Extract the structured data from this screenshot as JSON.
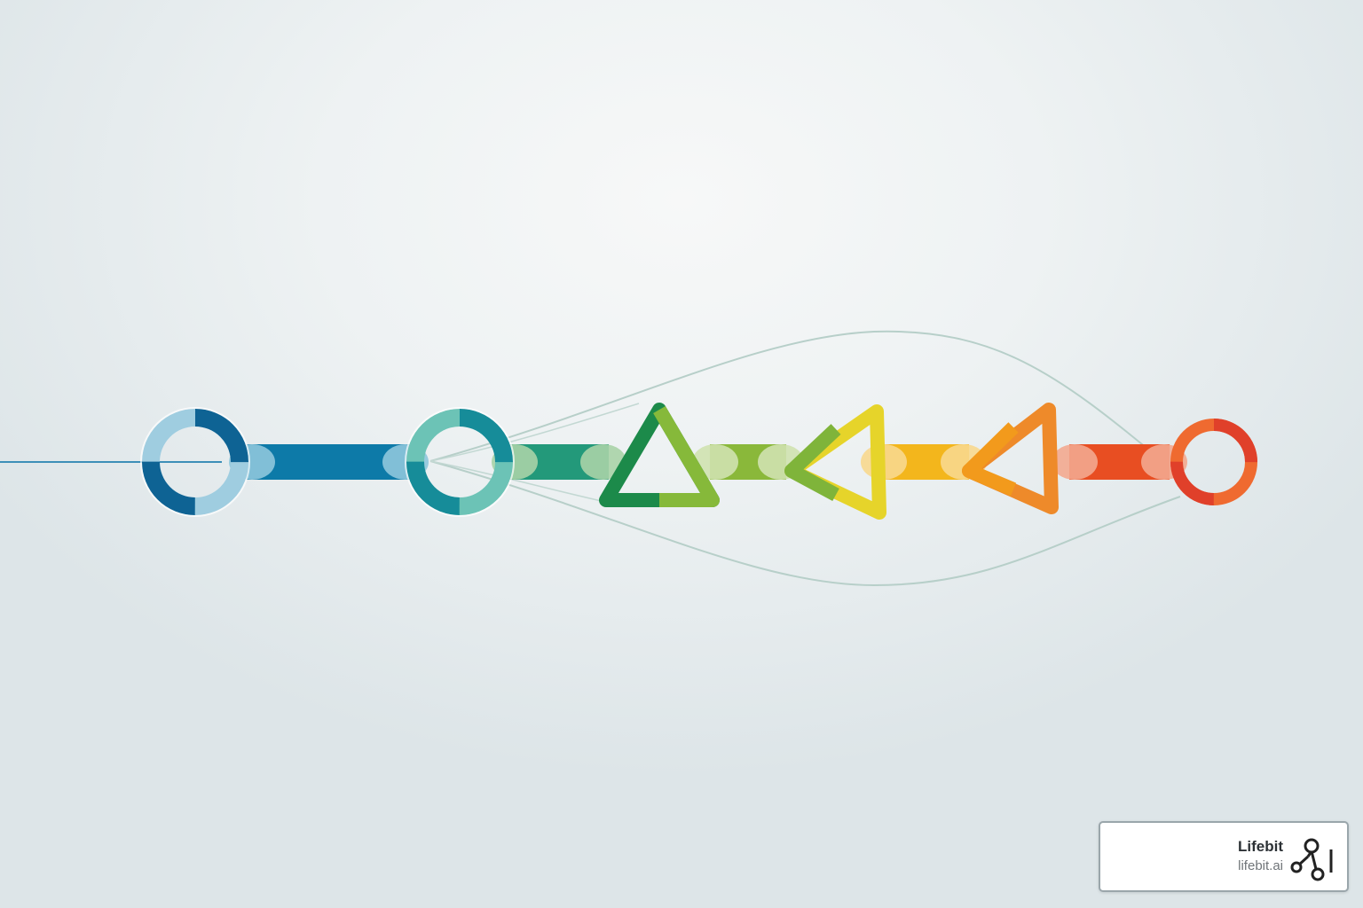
{
  "branding": {
    "name": "Lifebit",
    "url": "lifebit.ai",
    "logo_icon": "lifebit-network-logo-icon"
  },
  "pipeline": {
    "nodes": [
      {
        "shape": "ring",
        "colors": [
          "#0e6394",
          "#9fcde0"
        ]
      },
      {
        "shape": "ring",
        "colors": [
          "#168c99",
          "#6cc3b6"
        ]
      },
      {
        "shape": "triangle-up",
        "colors": [
          "#1c8a4a",
          "#86b93a"
        ]
      },
      {
        "shape": "triangle-left",
        "colors": [
          "#7fb43a",
          "#e6d42a"
        ]
      },
      {
        "shape": "triangle-left",
        "colors": [
          "#f29a1c",
          "#ee8a2a"
        ]
      },
      {
        "shape": "ring",
        "colors": [
          "#e0402a",
          "#ef6a30"
        ]
      }
    ],
    "segments": [
      {
        "color": "#0d7aa8",
        "cap": "#8ec6dc"
      },
      {
        "color": "#23997a",
        "cap": "#a8d3a7"
      },
      {
        "color": "#8ab83a",
        "cap": "#cfe2b0"
      },
      {
        "color": "#f3b61c",
        "cap": "#f8d88e"
      },
      {
        "color": "#e84e22",
        "cap": "#f3a98f"
      }
    ]
  }
}
